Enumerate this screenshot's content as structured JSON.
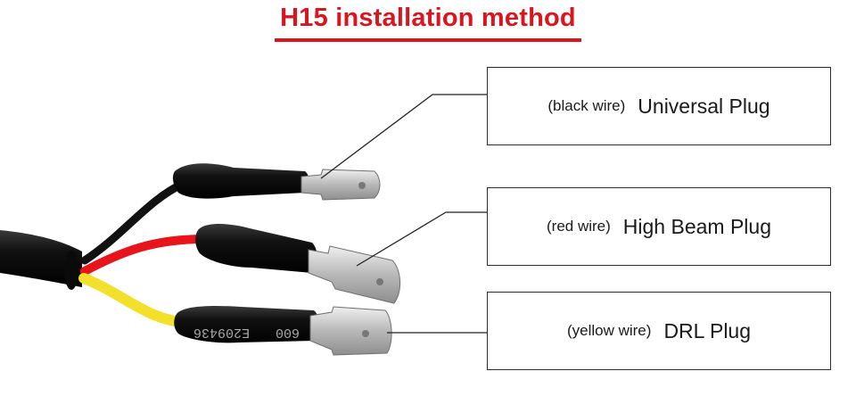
{
  "title": "H15 installation method",
  "colors": {
    "title": "#d9161f",
    "black_wire": "#111111",
    "red_wire": "#e8141c",
    "yellow_wire": "#f2e02a",
    "sleeve": "#141414",
    "terminal": "#c9c9c9"
  },
  "sleeve_print": "E209436",
  "sleeve_print_2": "600",
  "plugs": [
    {
      "wire": "(black wire)",
      "name": "Universal Plug"
    },
    {
      "wire": "(red wire)",
      "name": "High Beam Plug"
    },
    {
      "wire": "(yellow wire)",
      "name": "DRL Plug"
    }
  ]
}
